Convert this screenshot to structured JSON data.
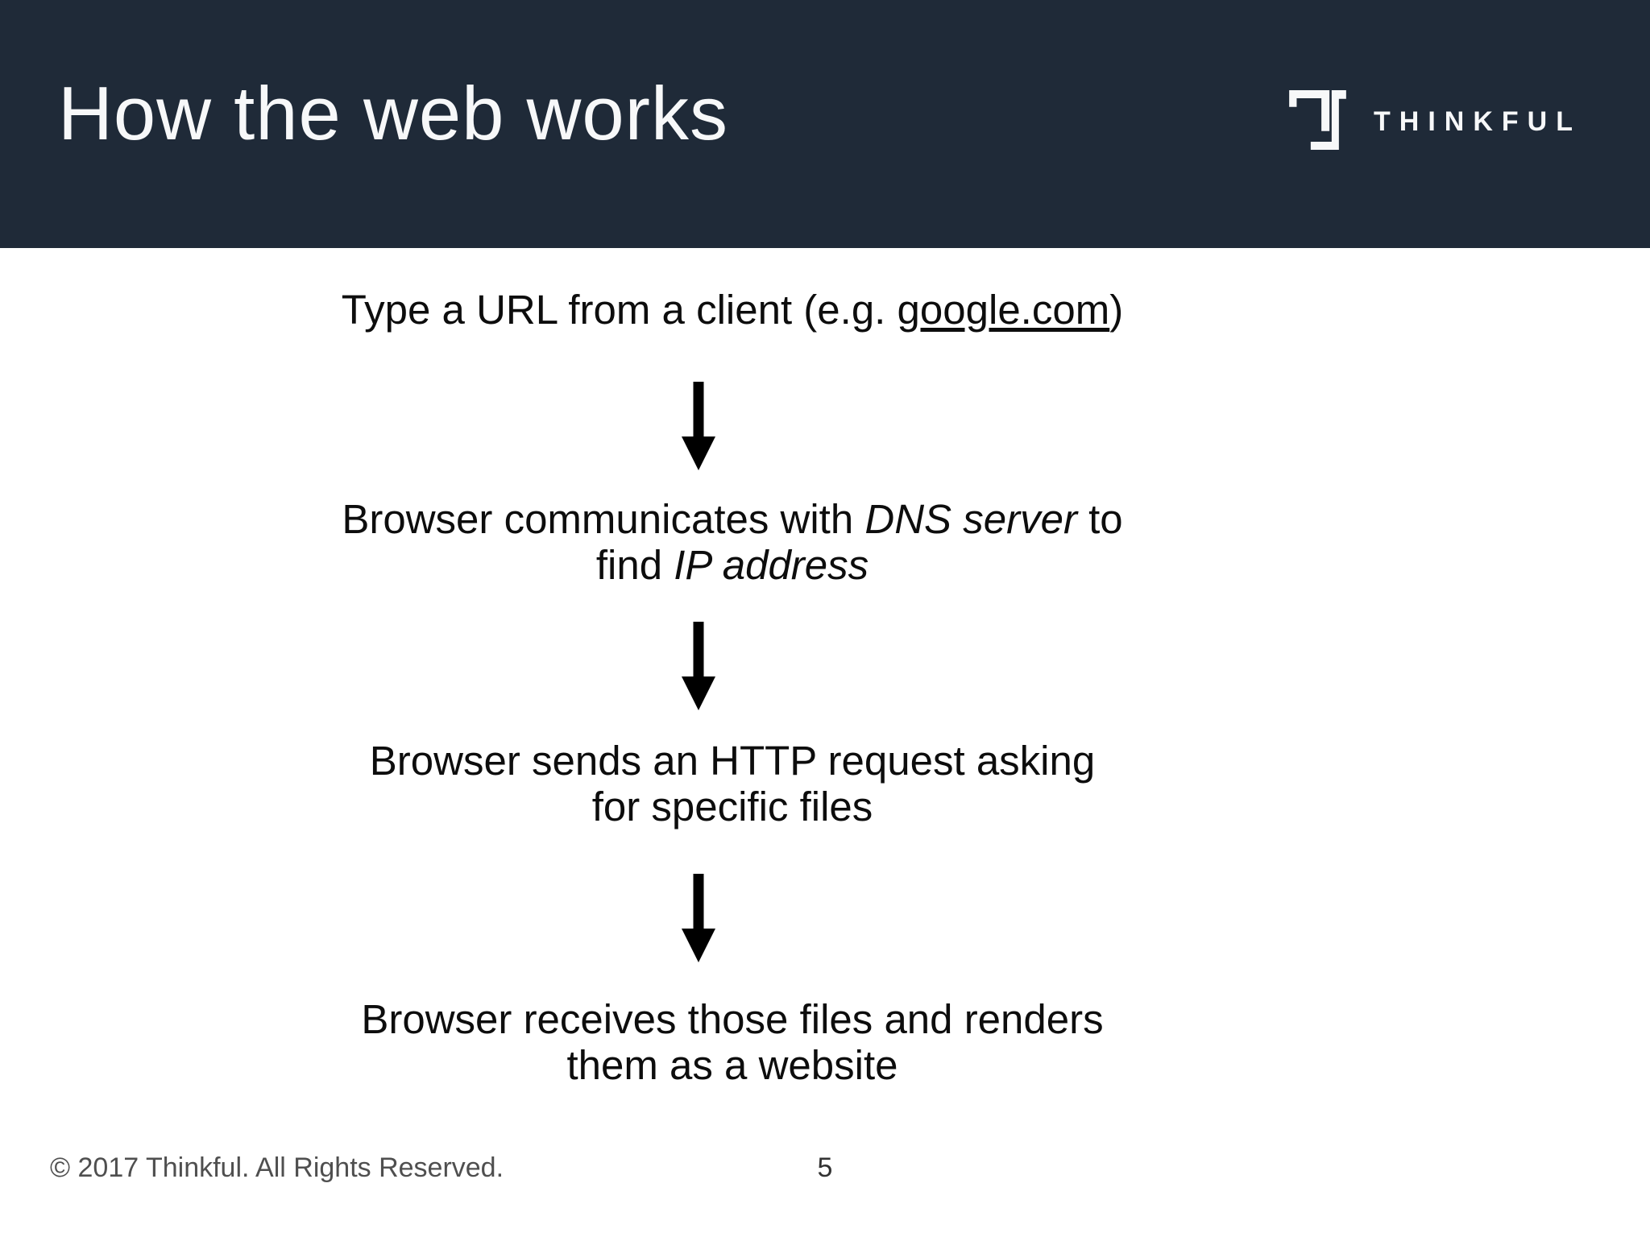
{
  "slide": {
    "title": "How the web works",
    "logo": {
      "brand": "THINKFUL"
    },
    "footer": {
      "copyright": "© 2017 Thinkful. All Rights Reserved.",
      "page_number": "5"
    },
    "colors": {
      "header_bg": "#1f2a38",
      "title_text": "#f7f8f9",
      "body_text": "#0d0d0d",
      "footer_text": "#4f4f4f",
      "arrow": "#000000"
    }
  },
  "flow": {
    "step1": {
      "pre": "Type a URL from a client (e.g. ",
      "link": "google.com",
      "post": ")"
    },
    "step2": {
      "line1_pre": "Browser communicates with ",
      "line1_italic": "DNS server",
      "line1_post": " to",
      "line2_pre": "find ",
      "line2_italic": "IP address"
    },
    "step3": {
      "line1": "Browser sends an HTTP request asking",
      "line2": "for specific files"
    },
    "step4": {
      "line1": "Browser receives those files and renders",
      "line2": "them as a website"
    },
    "arrow_icon": "down-arrow"
  }
}
